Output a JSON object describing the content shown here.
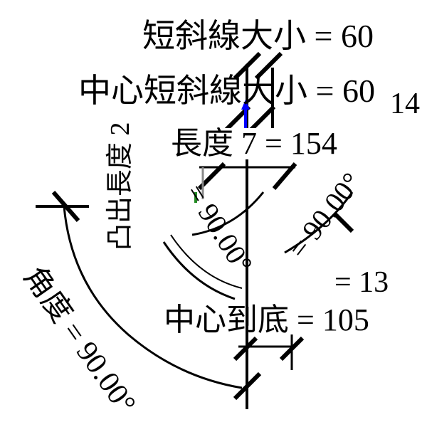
{
  "labels": {
    "short_slash_size": "短斜線大小 = 60",
    "center_short_slash_size": "中心短斜線大小 = 60",
    "dim_14": "14",
    "length_7": "長度 7 = 154",
    "dim_13": "= 13",
    "center_to_bottom": "中心到底 = 105",
    "angle_left": "角度 = 90.00°",
    "angle_center": "= 90.00°",
    "angle_right": "= 90.00°",
    "protrusion_length_2": "凸出長度 2"
  },
  "colors": {
    "stroke": "#000000",
    "arrow": "#0000ff",
    "marker": "#228b22"
  }
}
